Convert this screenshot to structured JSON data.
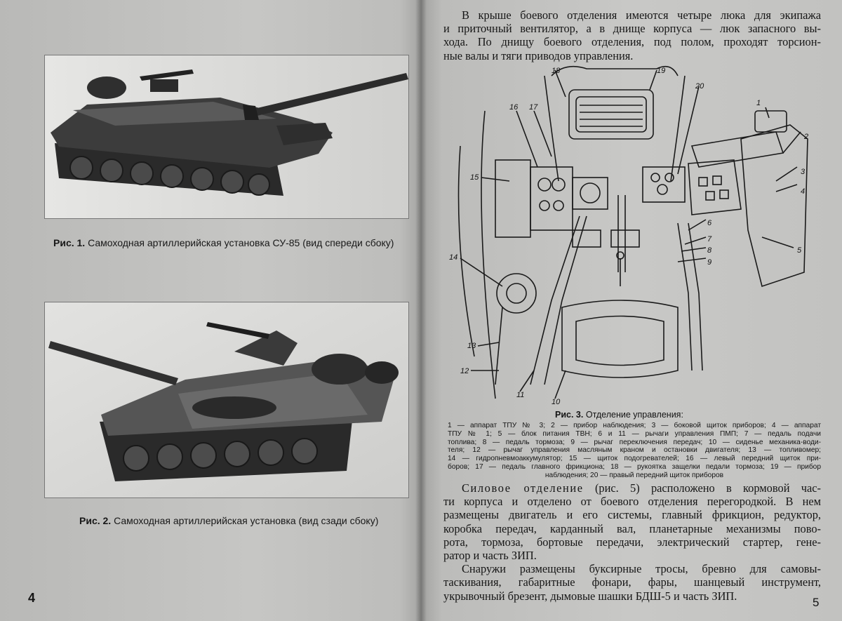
{
  "left_page": {
    "page_number": "4",
    "figure1": {
      "label": "Рис. 1.",
      "caption": "Самоходная артиллерийская установка СУ-85 (вид спереди сбоку)"
    },
    "figure2": {
      "label": "Рис. 2.",
      "caption": "Самоходная артиллерийская установка (вид сзади сбоку)"
    }
  },
  "right_page": {
    "page_number": "5",
    "intro_lines": [
      "В крыше боевого отделения имеются четыре люка для экипажа",
      "и приточный вентилятор, а в днище корпуса — люк запасного вы-",
      "хода. По днищу боевого отделения, под полом, проходят торсион-",
      "ные валы и тяги приводов управления."
    ],
    "figure3": {
      "label": "Рис. 3.",
      "title": "Отделение управления:",
      "callouts": [
        "1",
        "2",
        "3",
        "4",
        "5",
        "6",
        "7",
        "8",
        "9",
        "10",
        "11",
        "12",
        "13",
        "14",
        "15",
        "16",
        "17",
        "18",
        "19",
        "20"
      ],
      "legend_lines": [
        "1 — аппарат ТПУ № 3; 2 — прибор наблюдения; 3 — боковой щиток приборов; 4 — аппарат",
        "ТПУ № 1; 5 — блок питания ТВН; 6 и 11 — рычаги управления ПМП; 7 — педаль подачи",
        "топлива; 8 — педаль тормоза; 9 — рычаг переключения передач; 10 — сиденье механика-води-",
        "теля; 12 — рычаг управления масляным краном и остановки двигателя; 13 — топливомер;",
        "14 — гидропневмоаккумулятор; 15 — щиток подогревателей; 16 — левый передний щиток при-",
        "боров; 17 — педаль главного фрикциона; 18 — рукоятка защелки педали тормоза; 19 — прибор",
        "наблюдения; 20 — правый передний щиток приборов"
      ]
    },
    "section_heading": "Силовое отделение",
    "section_lines": [
      " (рис. 5) расположено в кормовой час-",
      "ти корпуса и отделено от боевого отделения перегородкой. В нем",
      "размещены двигатель и его системы, главный фрикцион, редуктор,",
      "коробка передач, карданный вал, планетарные механизмы пово-",
      "рота, тормоза, бортовые передачи, электрический стартер, гене-",
      "ратор и часть ЗИП."
    ],
    "outside_lines": [
      "Снаружи размещены буксирные тросы, бревно для самовы-",
      "таскивания, габаритные фонари, фары, шанцевый инструмент,",
      "укрывочный брезент, дымовые шашки БДШ-5 и часть ЗИП."
    ]
  }
}
